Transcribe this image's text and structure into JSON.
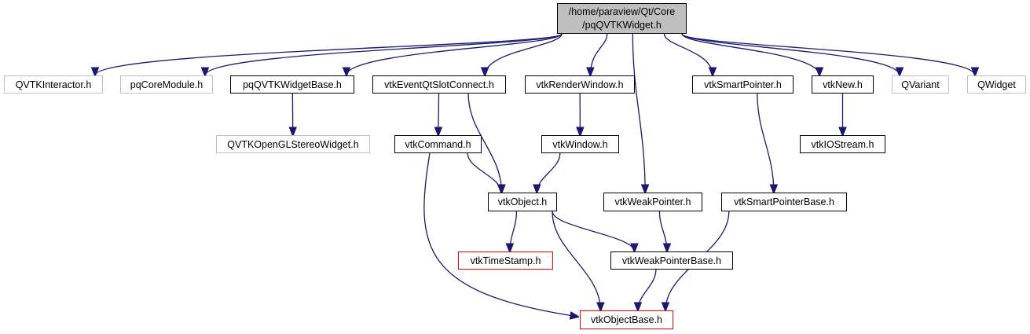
{
  "diagram": {
    "type": "include-dependency-graph",
    "colors": {
      "edge": "#191970",
      "root_fill": "#bfbfbf",
      "normal_border": "#000000",
      "external_border": "#bfbfbf",
      "truncated_border": "#ff0000"
    },
    "root": {
      "id": "root",
      "line1": "/home/paraview/Qt/Core",
      "line2": "/pqQVTKWidget.h"
    },
    "nodes": [
      {
        "id": "qvtkinteractor",
        "label": "QVTKInteractor.h",
        "style": "external"
      },
      {
        "id": "pqcoremodule",
        "label": "pqCoreModule.h",
        "style": "external"
      },
      {
        "id": "pqqvtkwidgetbase",
        "label": "pqQVTKWidgetBase.h",
        "style": "normal"
      },
      {
        "id": "vtkeventqtslotconnect",
        "label": "vtkEventQtSlotConnect.h",
        "style": "normal"
      },
      {
        "id": "vtkrenderwindow",
        "label": "vtkRenderWindow.h",
        "style": "normal"
      },
      {
        "id": "vtksmartpointer",
        "label": "vtkSmartPointer.h",
        "style": "normal"
      },
      {
        "id": "vtknew",
        "label": "vtkNew.h",
        "style": "normal"
      },
      {
        "id": "qvariant",
        "label": "QVariant",
        "style": "external"
      },
      {
        "id": "qwidget",
        "label": "QWidget",
        "style": "external"
      },
      {
        "id": "qvtkopenglstereowidget",
        "label": "QVTKOpenGLStereoWidget.h",
        "style": "external"
      },
      {
        "id": "vtkcommand",
        "label": "vtkCommand.h",
        "style": "normal"
      },
      {
        "id": "vtkwindow",
        "label": "vtkWindow.h",
        "style": "normal"
      },
      {
        "id": "vtkiostream",
        "label": "vtkIOStream.h",
        "style": "normal"
      },
      {
        "id": "vtkobject",
        "label": "vtkObject.h",
        "style": "normal"
      },
      {
        "id": "vtkweakpointer",
        "label": "vtkWeakPointer.h",
        "style": "normal"
      },
      {
        "id": "vtksmartpointerbase",
        "label": "vtkSmartPointerBase.h",
        "style": "normal"
      },
      {
        "id": "vtktimestamp",
        "label": "vtkTimeStamp.h",
        "style": "missing"
      },
      {
        "id": "vtkweakpointerbase",
        "label": "vtkWeakPointerBase.h",
        "style": "normal"
      },
      {
        "id": "vtkobjectbase",
        "label": "vtkObjectBase.h",
        "style": "missing"
      }
    ],
    "edges": [
      [
        "root",
        "qvtkinteractor"
      ],
      [
        "root",
        "pqcoremodule"
      ],
      [
        "root",
        "pqqvtkwidgetbase"
      ],
      [
        "root",
        "vtkeventqtslotconnect"
      ],
      [
        "root",
        "vtkrenderwindow"
      ],
      [
        "root",
        "vtkweakpointer"
      ],
      [
        "root",
        "vtksmartpointer"
      ],
      [
        "root",
        "vtknew"
      ],
      [
        "root",
        "qvariant"
      ],
      [
        "root",
        "qwidget"
      ],
      [
        "pqqvtkwidgetbase",
        "qvtkopenglstereowidget"
      ],
      [
        "vtkeventqtslotconnect",
        "vtkcommand"
      ],
      [
        "vtkeventqtslotconnect",
        "vtkobject"
      ],
      [
        "vtkrenderwindow",
        "vtkwindow"
      ],
      [
        "vtknew",
        "vtkiostream"
      ],
      [
        "vtkcommand",
        "vtkobject"
      ],
      [
        "vtkcommand",
        "vtkobjectbase"
      ],
      [
        "vtkwindow",
        "vtkobject"
      ],
      [
        "vtksmartpointer",
        "vtksmartpointerbase"
      ],
      [
        "vtkobject",
        "vtktimestamp"
      ],
      [
        "vtkobject",
        "vtkweakpointerbase"
      ],
      [
        "vtkobject",
        "vtkobjectbase"
      ],
      [
        "vtkweakpointer",
        "vtkweakpointerbase"
      ],
      [
        "vtkweakpointerbase",
        "vtkobjectbase"
      ],
      [
        "vtksmartpointerbase",
        "vtkobjectbase"
      ]
    ]
  }
}
